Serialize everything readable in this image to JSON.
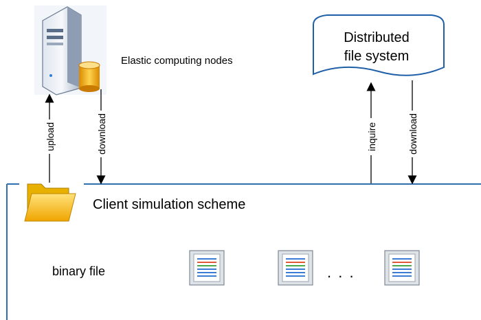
{
  "server": {
    "label": "Elastic computing nodes",
    "icon": "server-database-icon"
  },
  "file_system": {
    "line1": "Distributed",
    "line2": "file system",
    "border_color": "#1f5fa8"
  },
  "client": {
    "label": "Client simulation scheme",
    "icon": "folder-icon",
    "border_color": "#2f6fb0"
  },
  "binary": {
    "label": "binary file",
    "ellipsis": ". . .",
    "file_icon": "document-icon"
  },
  "arrows": {
    "upload": "upload",
    "download_left": "download",
    "inquire": "inquire",
    "download_right": "download"
  }
}
